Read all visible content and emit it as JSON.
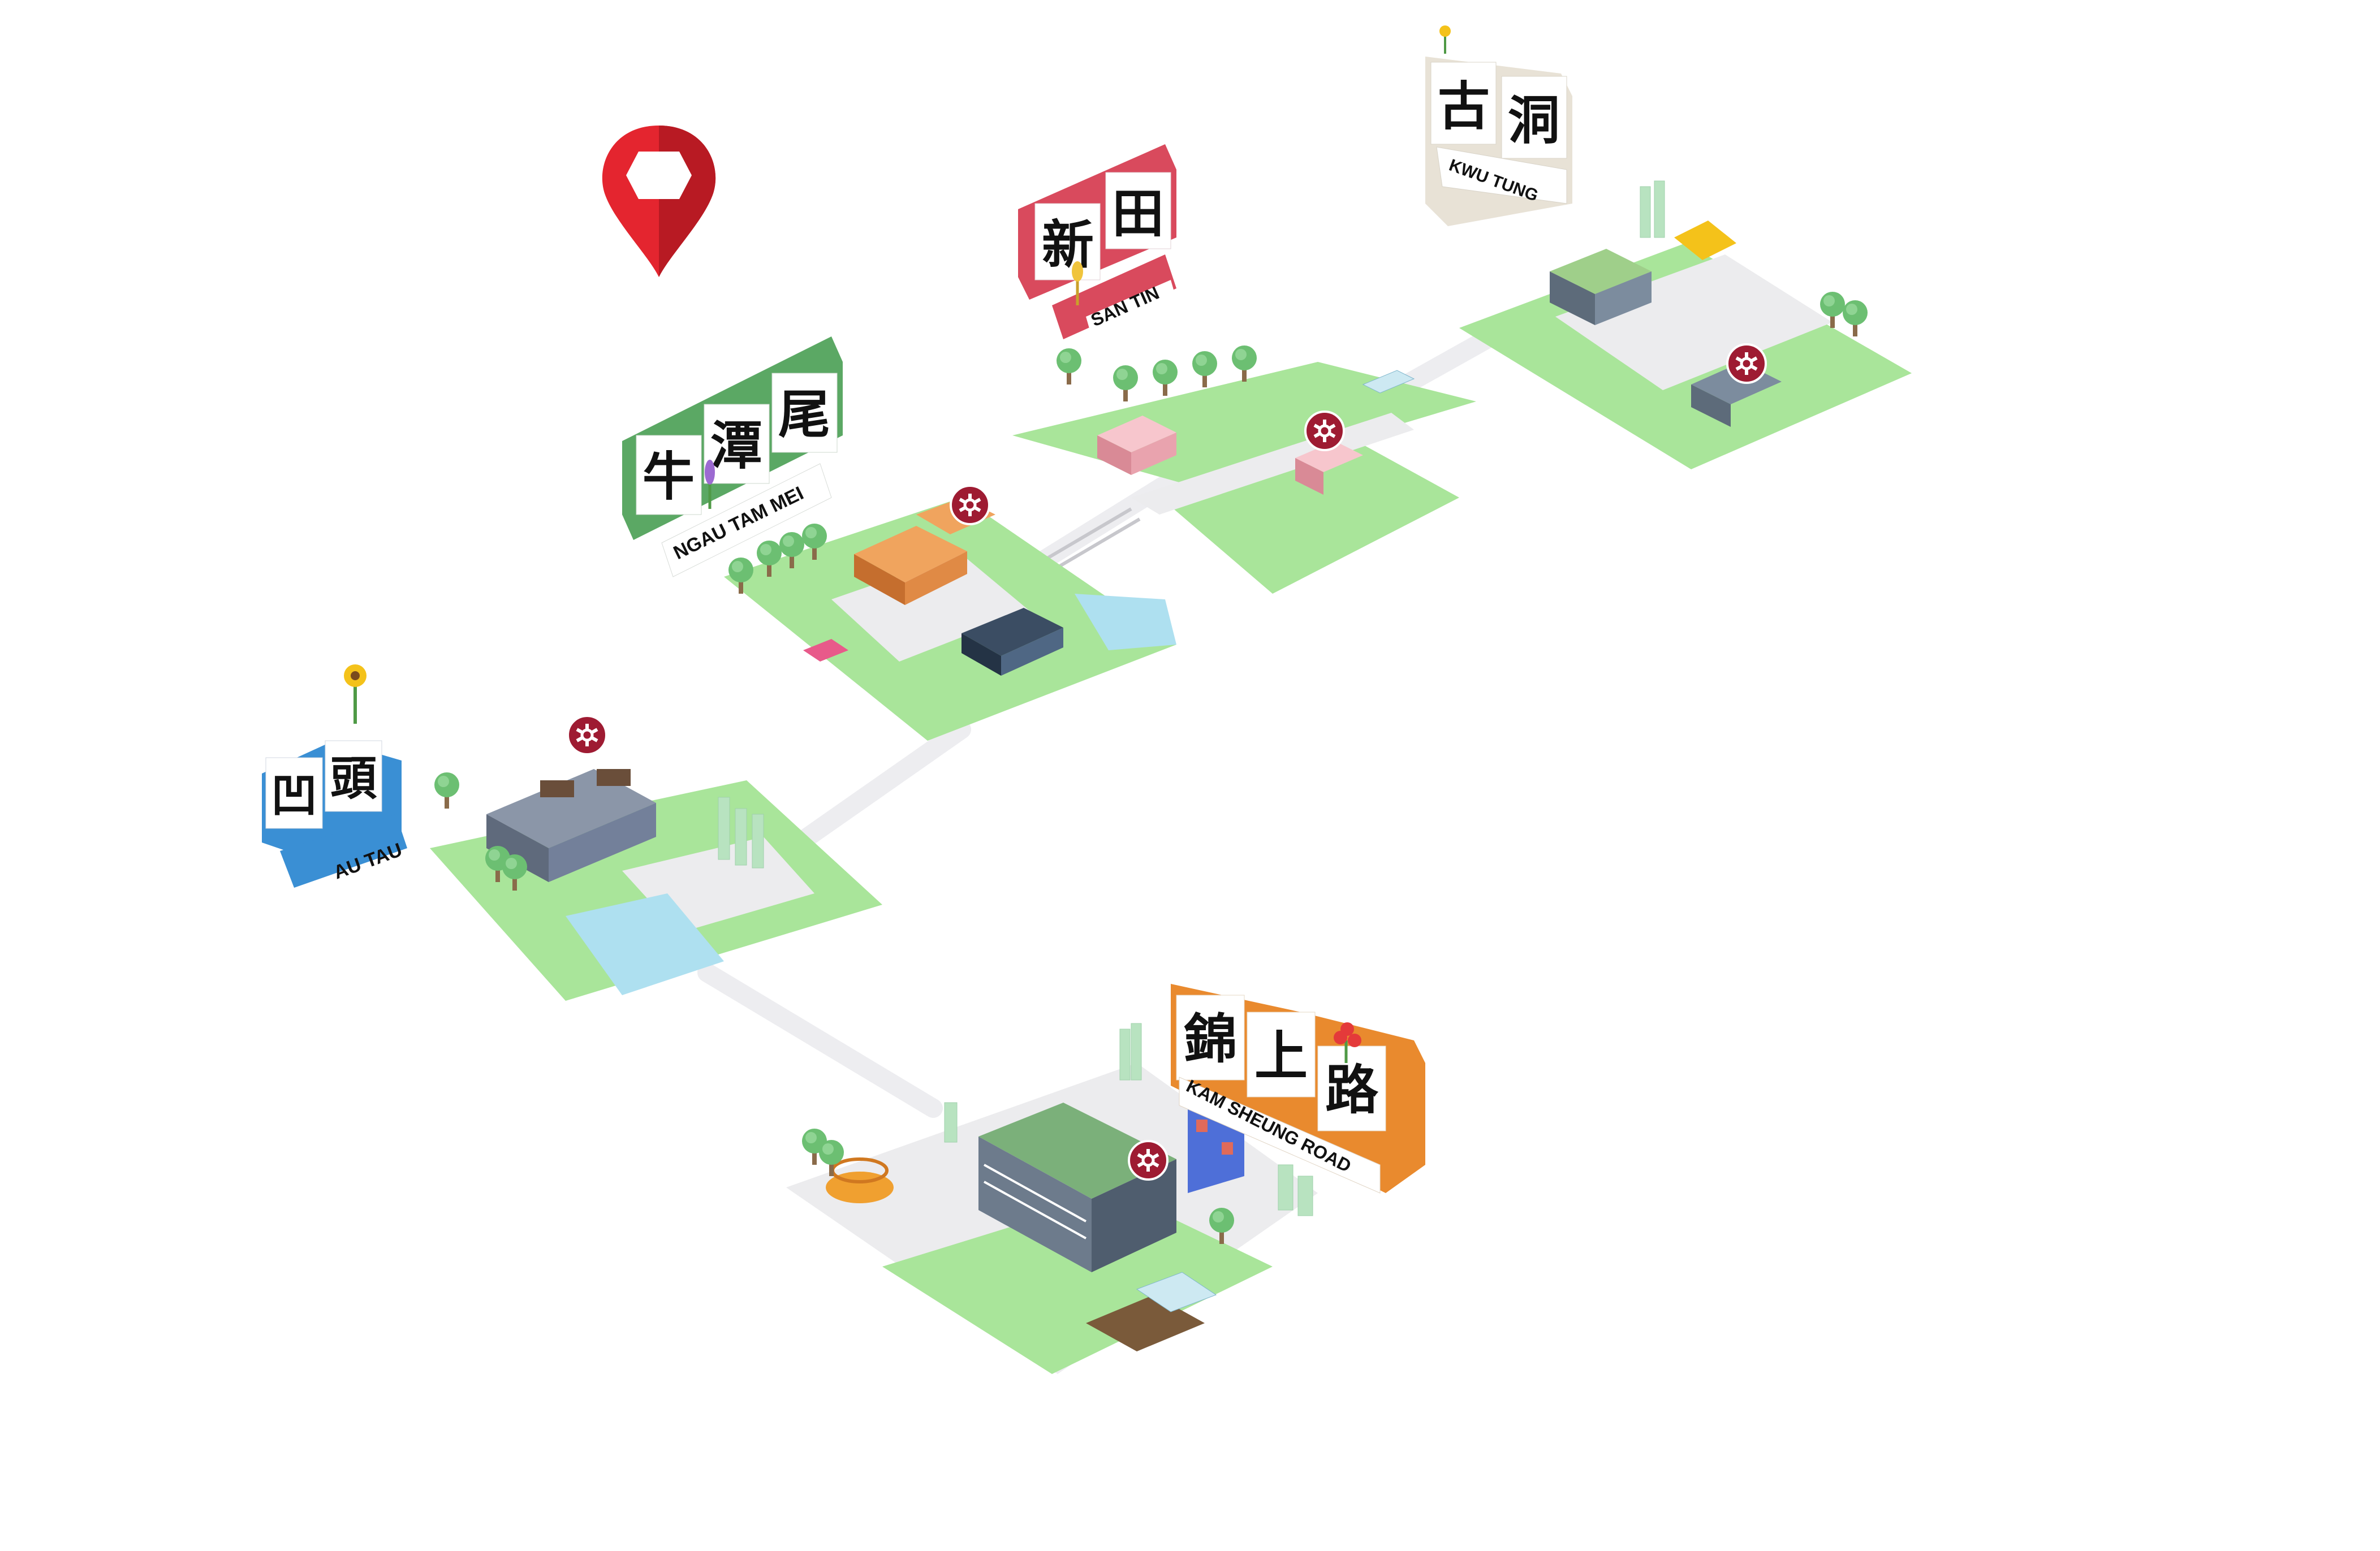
{
  "colors": {
    "ground": "#a9e59a",
    "ground_light": "#c8f0bd",
    "plaza": "#ececee",
    "connector": "#ededf0",
    "mtr_red": "#9e1b32",
    "pin_red": "#e4252f",
    "water": "#aee0f0",
    "au_tau_sign": "#3a8fd4",
    "ngau_tam_mei_sign": "#5ba864",
    "san_tin_sign": "#d94a5d",
    "kwu_tung_sign": "#e8e2d6",
    "kam_sheung_road_sign": "#e98a2e"
  },
  "icons": {
    "location_pin": "map-pin-icon",
    "mtr_logo": "mtr-logo-icon"
  },
  "stations": [
    {
      "key": "au_tau",
      "chinese": [
        "凹",
        "頭"
      ],
      "english": "AU TAU"
    },
    {
      "key": "ngau_tam_mei",
      "chinese": [
        "牛",
        "潭",
        "尾"
      ],
      "english": "NGAU TAM MEI"
    },
    {
      "key": "san_tin",
      "chinese": [
        "新",
        "田"
      ],
      "english": "SAN TIN"
    },
    {
      "key": "kwu_tung",
      "chinese": [
        "古",
        "洞"
      ],
      "english": "KWU TUNG"
    },
    {
      "key": "kam_sheung_road",
      "chinese": [
        "錦",
        "上",
        "路"
      ],
      "english": "KAM SHEUNG ROAD"
    }
  ]
}
